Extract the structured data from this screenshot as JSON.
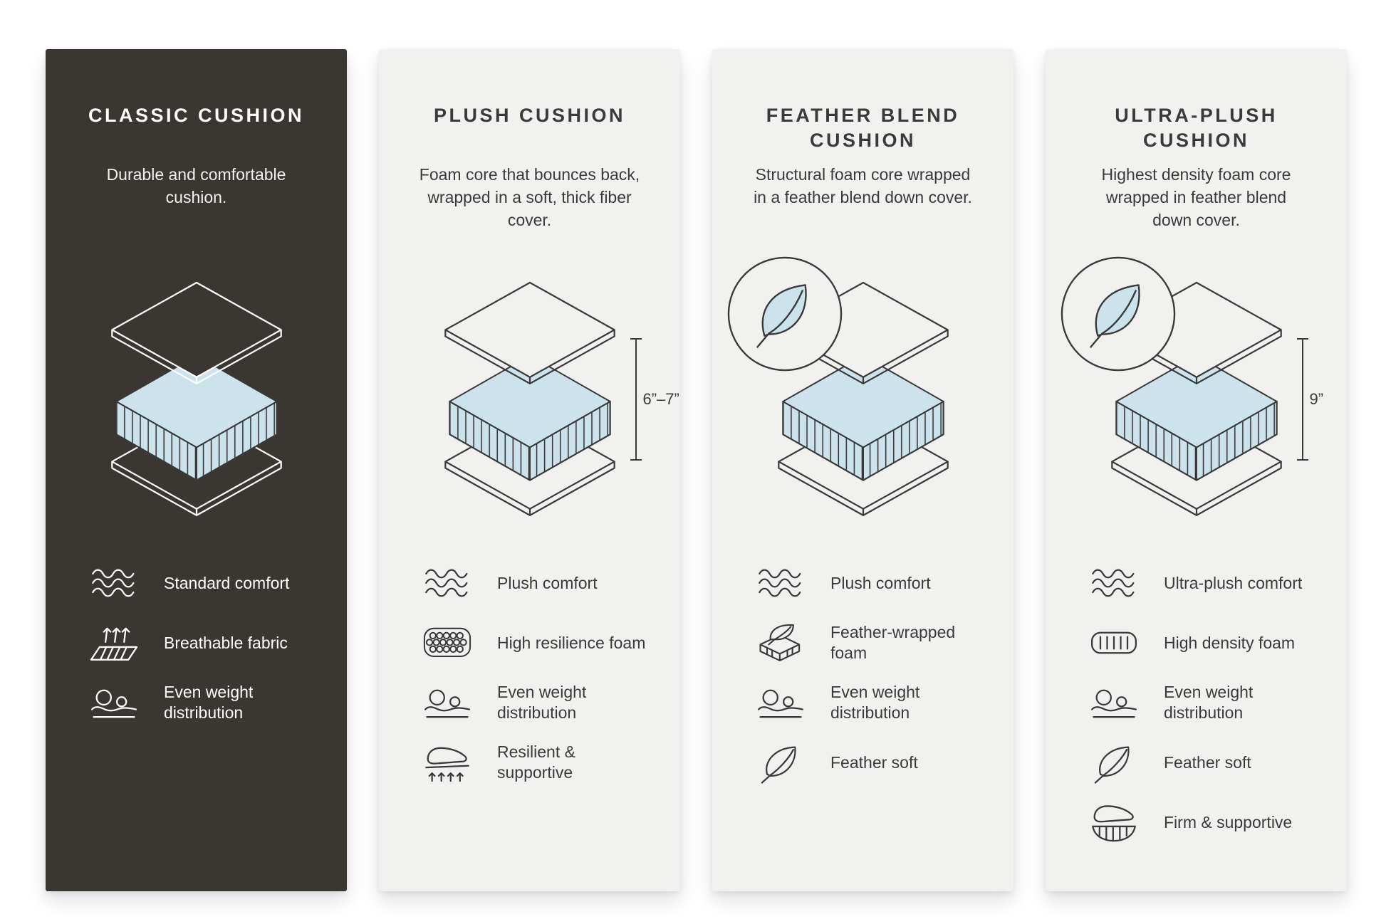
{
  "colors": {
    "dark_panel": "#3a3733",
    "light_panel": "#f1f1ef",
    "foam_blue": "#cde3eb",
    "ink": "#3a3a3a"
  },
  "cards": [
    {
      "title": "CLASSIC CUSHION",
      "description": "Durable and comfortable cushion.",
      "features": [
        {
          "icon": "comfort-wave-icon",
          "label": "Standard comfort"
        },
        {
          "icon": "breathable-fabric-icon",
          "label": "Breathable fabric"
        },
        {
          "icon": "even-weight-distribution-icon",
          "label": "Even weight distribution"
        }
      ]
    },
    {
      "title": "PLUSH CUSHION",
      "description": "Foam core that bounces back, wrapped in a soft, thick fiber cover.",
      "measurement": "6”–7”",
      "features": [
        {
          "icon": "comfort-wave-icon",
          "label": "Plush comfort"
        },
        {
          "icon": "high-resilience-foam-icon",
          "label": "High resilience foam"
        },
        {
          "icon": "even-weight-distribution-icon",
          "label": "Even weight distribution"
        },
        {
          "icon": "resilient-supportive-icon",
          "label": "Resilient & supportive"
        }
      ]
    },
    {
      "title": "FEATHER BLEND CUSHION",
      "description": "Structural foam core wrapped in a feather blend down cover.",
      "features": [
        {
          "icon": "comfort-wave-icon",
          "label": "Plush comfort"
        },
        {
          "icon": "feather-wrapped-foam-icon",
          "label": "Feather-wrapped foam"
        },
        {
          "icon": "even-weight-distribution-icon",
          "label": "Even weight distribution"
        },
        {
          "icon": "feather-soft-icon",
          "label": "Feather soft"
        }
      ]
    },
    {
      "title": "ULTRA-PLUSH CUSHION",
      "description": "Highest density foam core wrapped in feather blend down cover.",
      "measurement": "9”",
      "features": [
        {
          "icon": "comfort-wave-icon",
          "label": "Ultra-plush comfort"
        },
        {
          "icon": "high-density-foam-icon",
          "label": "High density foam"
        },
        {
          "icon": "even-weight-distribution-icon",
          "label": "Even weight distribution"
        },
        {
          "icon": "feather-soft-icon",
          "label": "Feather soft"
        },
        {
          "icon": "firm-supportive-icon",
          "label": "Firm & supportive"
        }
      ]
    }
  ]
}
